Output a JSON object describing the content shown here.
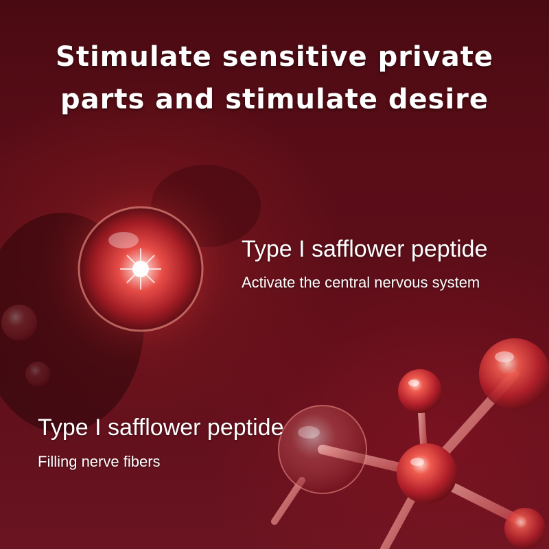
{
  "headline": {
    "line1": "Stimulate sensitive private",
    "line2": "parts and stimulate desire"
  },
  "feature_top": {
    "title": "Type I safflower peptide",
    "subtitle": "Activate the central nervous system"
  },
  "feature_bottom": {
    "title": "Type I safflower peptide",
    "subtitle": "Filling nerve fibers"
  },
  "colors": {
    "background": "#5a0d17",
    "sphere_glow": "#ff6a5a",
    "molecule": "#d83a3a",
    "text": "#ffffff"
  }
}
